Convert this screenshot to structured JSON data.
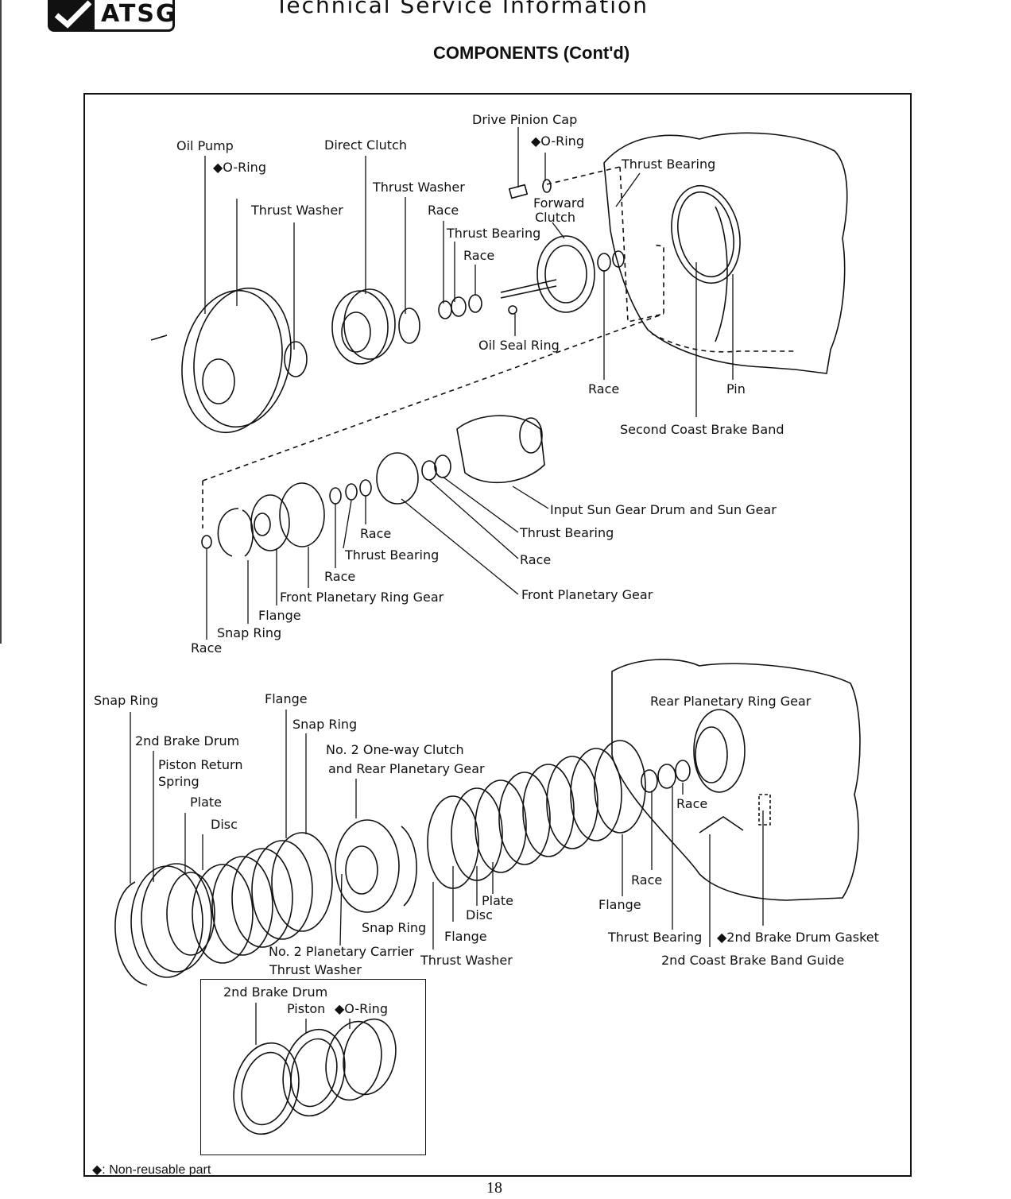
{
  "header": {
    "logo_text": "ATSG",
    "title": "Technical Service Information"
  },
  "section_title": "COMPONENTS (Cont'd)",
  "labels": {
    "drive_pinion_cap": "Drive Pinion Cap",
    "o_ring_1": "◆O-Ring",
    "oil_pump": "Oil Pump",
    "direct_clutch": "Direct Clutch",
    "o_ring_2": "◆O-Ring",
    "thrust_bearing_top": "Thrust Bearing",
    "thrust_washer_1": "Thrust Washer",
    "thrust_washer_2": "Thrust Washer",
    "race_1": "Race",
    "forward": "Forward",
    "clutch": "Clutch",
    "thrust_bearing_2": "Thrust Bearing",
    "race_2": "Race",
    "oil_seal_ring": "Oil Seal Ring",
    "race_3": "Race",
    "pin": "Pin",
    "second_coast_brake_band": "Second Coast Brake Band",
    "input_sun_gear": "Input Sun Gear Drum and Sun Gear",
    "thrust_bearing_3": "Thrust Bearing",
    "race_4": "Race",
    "race_5": "Race",
    "thrust_bearing_4": "Thrust Bearing",
    "race_6": "Race",
    "front_planetary_ring_gear": "Front Planetary Ring Gear",
    "front_planetary_gear": "Front Planetary Gear",
    "flange_1": "Flange",
    "snap_ring_1": "Snap Ring",
    "race_7": "Race",
    "snap_ring_2": "Snap Ring",
    "flange_2": "Flange",
    "snap_ring_3": "Snap Ring",
    "rear_planetary_ring_gear": "Rear Planetary Ring Gear",
    "second_brake_drum": "2nd Brake Drum",
    "no2_one_way_clutch": "No. 2 One-way Clutch",
    "and_rear_planetary_gear": "and Rear Planetary Gear",
    "piston_return": "Piston Return",
    "spring": "Spring",
    "plate_1": "Plate",
    "race_8": "Race",
    "disc_1": "Disc",
    "race_9": "Race",
    "plate_2": "Plate",
    "flange_3": "Flange",
    "disc_2": "Disc",
    "snap_ring_4": "Snap Ring",
    "flange_4": "Flange",
    "thrust_bearing_5": "Thrust Bearing",
    "second_brake_drum_gasket": "◆2nd Brake Drum Gasket",
    "no2_planetary_carrier": "No. 2 Planetary Carrier",
    "thrust_washer_3": "Thrust Washer",
    "thrust_washer_4": "Thrust Washer",
    "second_coast_brake_band_guide": "2nd Coast Brake Band Guide",
    "inset_second_brake_drum": "2nd Brake Drum",
    "inset_piston": "Piston",
    "inset_o_ring": "◆O-Ring"
  },
  "footnote": "◆: Non-reusable part",
  "page_number": "18"
}
